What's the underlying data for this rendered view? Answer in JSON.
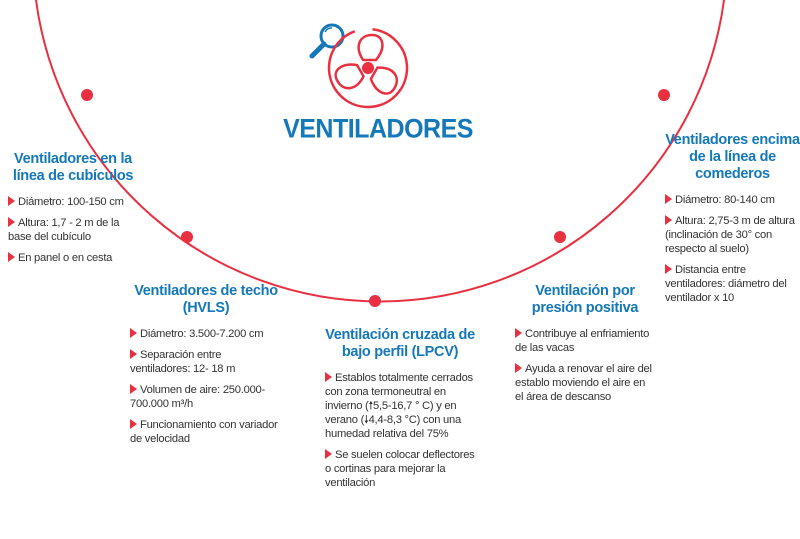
{
  "title": "VENTILADORES",
  "colors": {
    "accent": "#e83040",
    "title_blue": "#1478b9",
    "text": "#333333"
  },
  "icons": [
    "magnifier-icon",
    "fan-icon",
    "bullet-arrow-icon"
  ],
  "sections": {
    "cubiculos": {
      "title": "Ventiladores en la línea de cubículos",
      "items": [
        "Diámetro: 100-150 cm",
        "Altura: 1,7 - 2 m de la base del cubículo",
        "En panel o en cesta"
      ]
    },
    "hvls": {
      "title": "Ventiladores de techo (HVLS)",
      "items": [
        "Diámetro: 3.500-7.200 cm",
        "Separación entre ventiladores: 12- 18 m",
        "Volumen de aire: 250.000-700.000 m³/h",
        "Funcionamiento con variador de velocidad"
      ]
    },
    "lpcv": {
      "title": "Ventilación cruzada de bajo perfil (LPCV)",
      "items": [
        "Establos totalmente cerrados con zona termoneutral en invierno (🠕5,5-16,7 ° C) y en verano (🠗4,4-8,3 °C) con una humedad relativa del 75%",
        "Se suelen colocar deflectores o cortinas para mejorar la ventilación"
      ]
    },
    "presion": {
      "title": "Ventilación por presión positiva",
      "items": [
        "Contribuye al enfriamiento de las vacas",
        "Ayuda a renovar el aire del establo moviendo el aire en el área de descanso"
      ]
    },
    "comederos": {
      "title": "Ventiladores encima de la línea de comederos",
      "items": [
        "Diámetro: 80-140 cm",
        "Altura: 2,75-3 m de altura (inclinación de 30° con respecto al suelo)",
        "Distancia entre ventiladores: diámetro del ventilador x 10"
      ]
    }
  }
}
